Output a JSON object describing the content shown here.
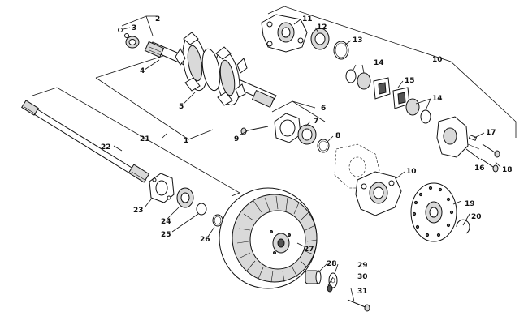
{
  "callouts": [
    {
      "id": "c1",
      "label": "1"
    },
    {
      "id": "c2",
      "label": "2"
    },
    {
      "id": "c3",
      "label": "3"
    },
    {
      "id": "c4",
      "label": "4"
    },
    {
      "id": "c5",
      "label": "5"
    },
    {
      "id": "c6",
      "label": "6"
    },
    {
      "id": "c7",
      "label": "7"
    },
    {
      "id": "c8",
      "label": "8"
    },
    {
      "id": "c9",
      "label": "9"
    },
    {
      "id": "c10a",
      "label": "10"
    },
    {
      "id": "c10b",
      "label": "10"
    },
    {
      "id": "c11",
      "label": "11"
    },
    {
      "id": "c12",
      "label": "12"
    },
    {
      "id": "c13",
      "label": "13"
    },
    {
      "id": "c14a",
      "label": "14"
    },
    {
      "id": "c14b",
      "label": "14"
    },
    {
      "id": "c15",
      "label": "15"
    },
    {
      "id": "c16",
      "label": "16"
    },
    {
      "id": "c17",
      "label": "17"
    },
    {
      "id": "c18",
      "label": "18"
    },
    {
      "id": "c19",
      "label": "19"
    },
    {
      "id": "c20",
      "label": "20"
    },
    {
      "id": "c21",
      "label": "21"
    },
    {
      "id": "c22",
      "label": "22"
    },
    {
      "id": "c23",
      "label": "23"
    },
    {
      "id": "c24",
      "label": "24"
    },
    {
      "id": "c25",
      "label": "25"
    },
    {
      "id": "c26",
      "label": "26"
    },
    {
      "id": "c27",
      "label": "27"
    },
    {
      "id": "c28",
      "label": "28"
    },
    {
      "id": "c29",
      "label": "29"
    },
    {
      "id": "c30",
      "label": "30"
    },
    {
      "id": "c31",
      "label": "31"
    }
  ]
}
